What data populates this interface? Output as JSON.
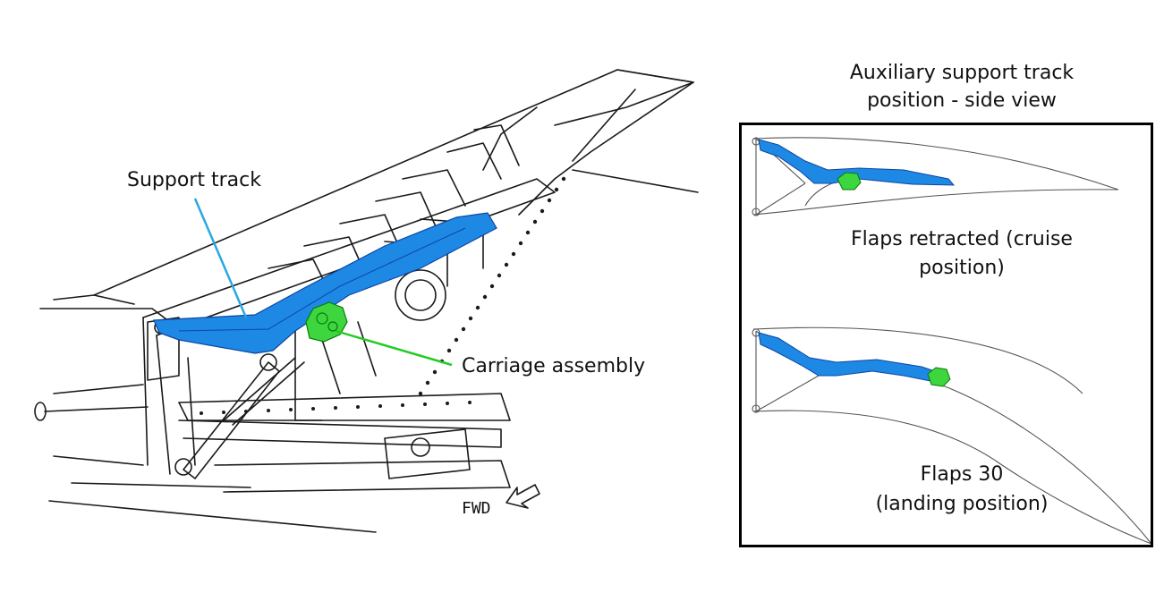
{
  "main_view": {
    "support_track_label": "Support track",
    "carriage_assembly_label": "Carriage assembly",
    "fwd_label": "FWD"
  },
  "side_view": {
    "title_line1": "Auxiliary support track",
    "title_line2": "position - side view",
    "retracted_line1": "Flaps retracted (cruise",
    "retracted_line2": "position)",
    "landing_line1": "Flaps 30",
    "landing_line2": "(landing position)"
  },
  "colors": {
    "support_track": "#1e88e5",
    "carriage_assembly": "#3ed63e",
    "support_leader": "#29a8e0",
    "carriage_leader": "#22cc22",
    "outline": "#1a1a1a"
  }
}
